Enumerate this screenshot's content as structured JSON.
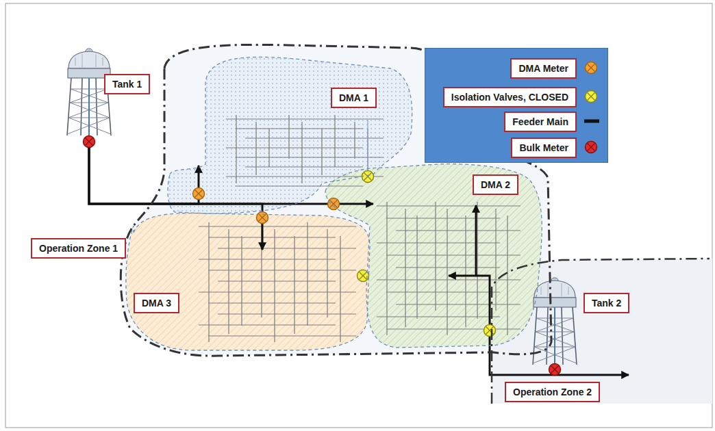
{
  "diagram": {
    "nodes": [
      {
        "text": [
          "Tank 1"
        ]
      },
      {
        "text": [
          "Operation Zone 1"
        ]
      },
      {
        "text": [
          "DMA 1"
        ],
        "in": 1
      },
      {
        "text": [
          "DMA 2"
        ],
        "in": 1
      },
      {
        "text": [
          "DMA 3"
        ],
        "in": 1
      },
      {
        "text": [
          "Operation Zone 2"
        ]
      },
      {
        "text": [
          "Tank 2"
        ],
        "in": 5
      }
    ],
    "edges": [
      {
        "from": 0,
        "to": 2,
        "arrow": "to"
      },
      {
        "from": 0,
        "to": 3,
        "arrow": "to"
      },
      {
        "from": 0,
        "to": 4,
        "arrow": "to"
      },
      {
        "from": 6,
        "to": 3,
        "arrow": "to"
      }
    ],
    "legend": [
      {
        "text": "DMA Meter"
      },
      {
        "text": "Isolation Valves, CLOSED"
      },
      {
        "text": "Feeder Main"
      },
      {
        "text": "Bulk Meter"
      }
    ]
  }
}
